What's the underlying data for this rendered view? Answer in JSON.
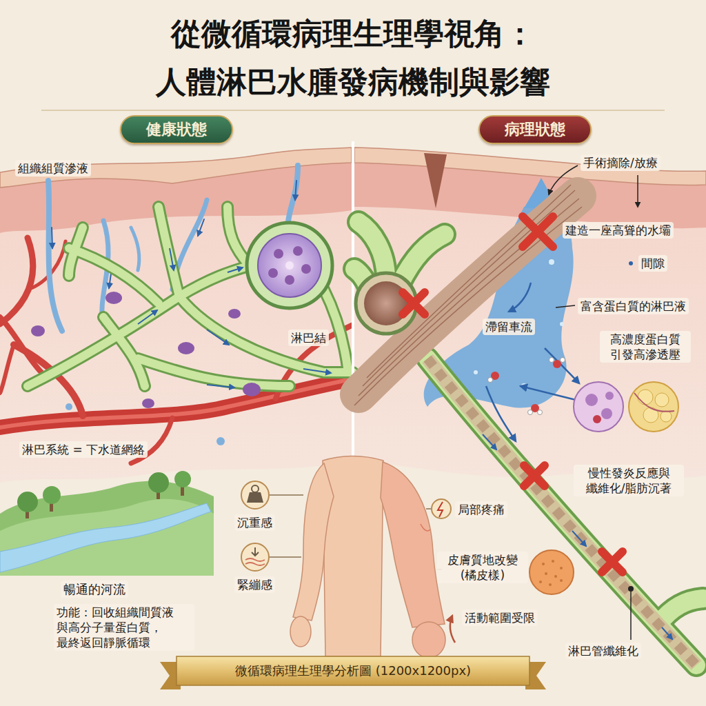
{
  "diagram": {
    "title": "從微循環病理生理學視角： 人體淋巴水腫發病機制與影響",
    "caption": "微循環病理生理學分析圖 (1200x1200px)",
    "nodes": [
      {
        "text": [
          "健康狀態"
        ]
      },
      {
        "text": [
          "病理狀態"
        ]
      }
    ],
    "labels": [
      "組織組質滲液",
      "淋巴結",
      "淋巴系統 = 下水道網絡",
      "暢通的河流",
      "功能：回收組織間質液 與高分子量蛋白質， 最終返回靜脈循環",
      "沉重感",
      "緊繃感",
      "手術摘除/放療",
      "建造一座高聳的水壩",
      "間隙",
      "富含蛋白質的淋巴液",
      "滯留車流",
      "高濃度蛋白質 引發高滲透壓",
      "慢性發炎反應與 纖維化/脂肪沉著",
      "局部疼痛",
      "皮膚質地改變 (橘皮樣)",
      "活動範圍受限",
      "淋巴管纖維化"
    ]
  }
}
